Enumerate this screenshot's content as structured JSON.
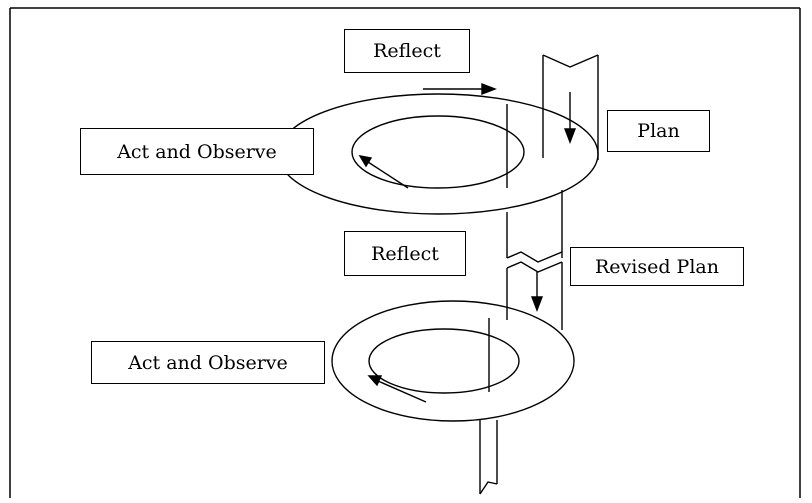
{
  "labels": {
    "reflect_top": "Reflect",
    "plan": "Plan",
    "act_observe_top": "Act and Observe",
    "reflect_bottom": "Reflect",
    "revised_plan": "Revised Plan",
    "act_observe_bottom": "Act and Observe"
  }
}
